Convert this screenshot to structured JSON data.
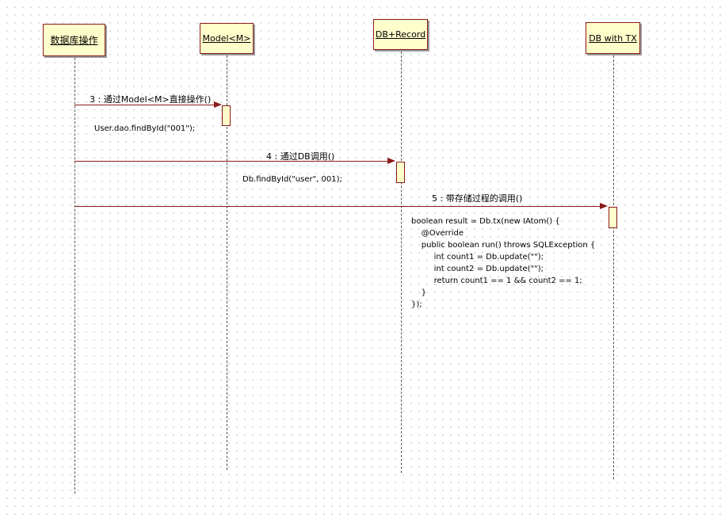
{
  "lifelines": [
    {
      "id": "db-ops",
      "label": "数据库操作"
    },
    {
      "id": "model",
      "label": "Model<M>"
    },
    {
      "id": "db-record",
      "label": "DB+Record"
    },
    {
      "id": "db-tx",
      "label": "DB with TX"
    }
  ],
  "messages": [
    {
      "label": "3 : 通过Model<M>直接操作()",
      "note": "User.dao.findById(\"001\");"
    },
    {
      "label": "4 : 通过DB调用()",
      "note": "Db.findById(\"user\", 001);"
    },
    {
      "label": "5 : 带存储过程的调用()"
    }
  ],
  "code": [
    "boolean result = Db.tx(new IAtom() {",
    "    @Override",
    "    public boolean run() throws SQLException {",
    "         int count1 = Db.update(\"\");",
    "         int count2 = Db.update(\"\");",
    "         return count1 == 1 && count2 == 1;",
    "    }",
    "});"
  ]
}
